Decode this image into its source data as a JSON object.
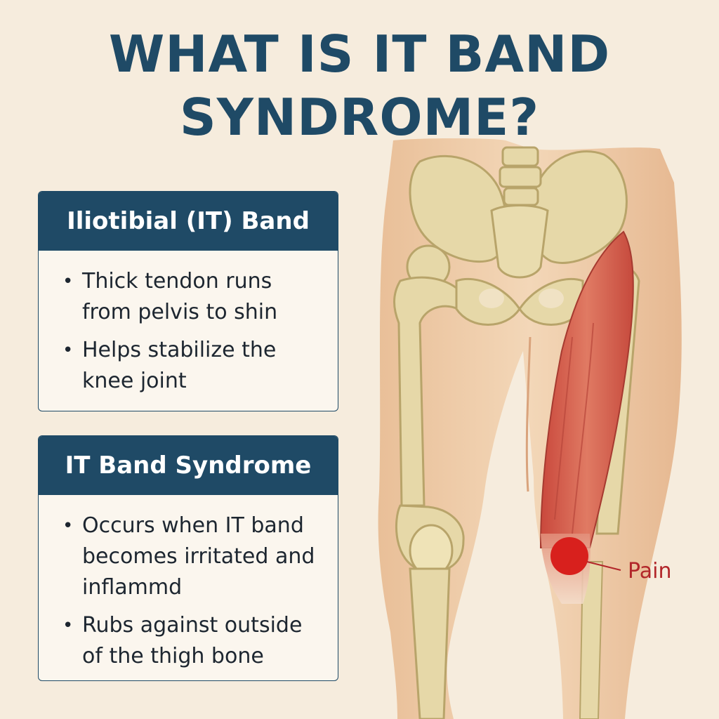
{
  "title": {
    "line1": "WHAT IS IT BAND",
    "line2": "SYNDROME?"
  },
  "card1": {
    "heading": "Iliotibial (IT) Band",
    "bullets": [
      "Thick tendon runs from pelvis to shin",
      "Helps stabilize the knee joint"
    ]
  },
  "card2": {
    "heading": "IT Band Syndrome",
    "bullets": [
      "Occurs when IT band becomes irritated and inflammd",
      "Rubs against outside of the thigh bone"
    ]
  },
  "illustration": {
    "pain_label": "Pain",
    "colors": {
      "title": "#1f4a66",
      "background": "#f6ecdd",
      "skin": "#f0cfae",
      "bone": "#e6d8a8",
      "muscle": "#d9604e",
      "pain": "#d8201d"
    }
  }
}
